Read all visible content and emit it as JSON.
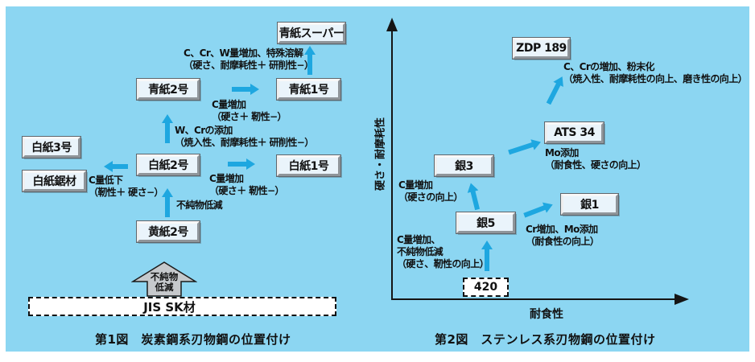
{
  "colors": {
    "background": "#8cd6f2",
    "arrow_blue": "#1ea7e0",
    "box_fill": "#eaf4fb",
    "axis": "#151515",
    "big_arrow_fill": "#c6c9cc"
  },
  "fig1": {
    "caption": "第1図　炭素鋼系刃物鋼の位置付け",
    "boxes": {
      "aogami_super": "青紙スーパー",
      "aogami2": "青紙2号",
      "aogami1": "青紙1号",
      "shirogami3": "白紙3号",
      "shirogami_saw": "白紙鋸材",
      "shirogami2": "白紙2号",
      "shirogami1": "白紙1号",
      "kigami2": "黄紙2号",
      "jis_sk": "JIS SK材"
    },
    "annotations": {
      "to_aogami_super": "C、Cr、W量増加、特殊溶解\n（硬さ、耐摩耗性＋ 研削性−）",
      "aogami2_to_aogami1": "C量増加\n（硬さ＋ 靭性−）",
      "shirogami2_to_aogami2": "W、Crの添加\n（焼入性、耐摩耗性＋ 研削性−）",
      "shirogami2_to_left": "C量低下\n（靭性＋ 硬さ−）",
      "shirogami2_to_shirogami1": "C量増加\n（硬さ＋ 靭性−）",
      "kigami2_to_shirogami2": "不純物低減"
    },
    "big_arrow_label": "不純物\n低減"
  },
  "fig2": {
    "caption": "第2図　ステンレス系刃物鋼の位置付け",
    "axis": {
      "y_label": "硬さ・耐摩耗性",
      "x_label": "耐食性"
    },
    "boxes": {
      "zdp189": "ZDP 189",
      "ats34": "ATS 34",
      "gin3": "銀3",
      "gin5": "銀5",
      "gin1": "銀1",
      "base420": "420"
    },
    "annotations": {
      "ats34_to_zdp189": "C、Crの増加、粉末化\n（焼入性、耐摩耗性の向上、磨き性の向上）",
      "gin3_to_ats34": "Mo添加\n（耐食性、硬さの向上）",
      "gin5_to_gin3": "C量増加\n（硬さの向上）",
      "gin5_to_gin1": "Cr増加、Mo添加\n（耐食性の向上）",
      "base420_to_gin5": "C量増加、\n不純物低減\n（硬さ、靭性の向上）"
    }
  }
}
